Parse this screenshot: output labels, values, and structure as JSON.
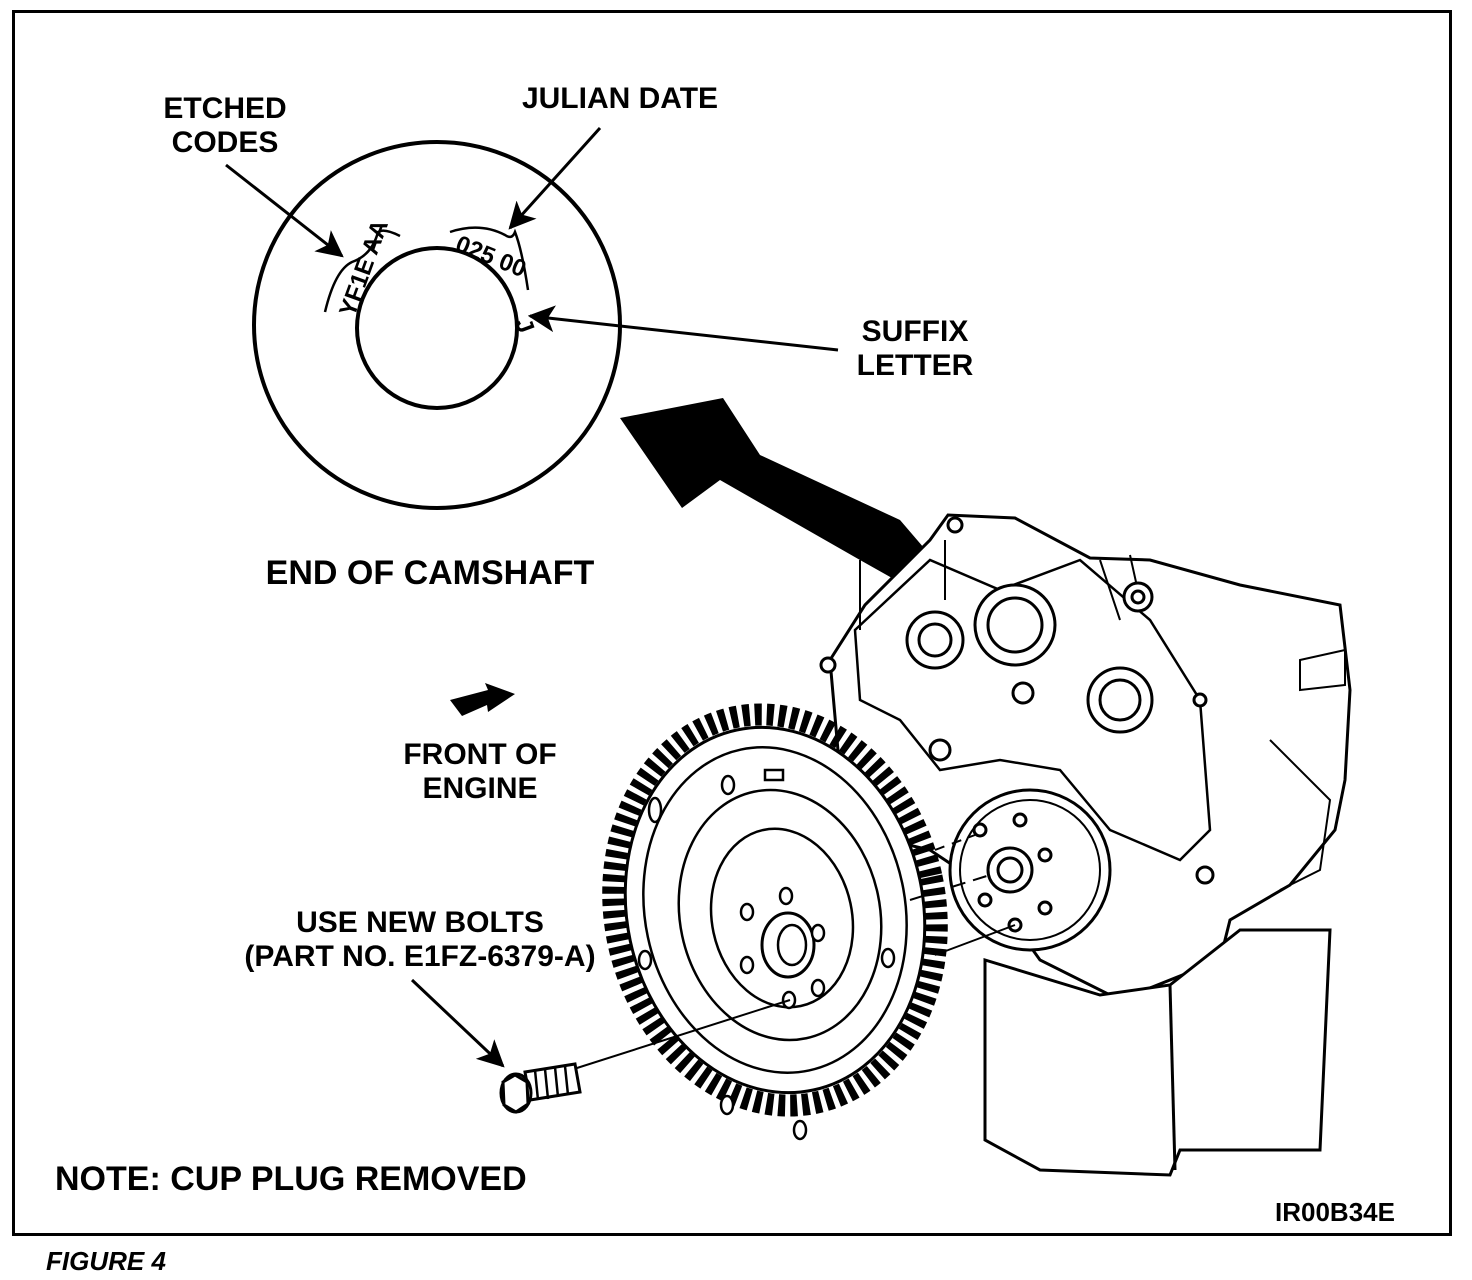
{
  "labels": {
    "etched_codes": [
      "ETCHED",
      "CODES"
    ],
    "julian_date": "JULIAN DATE",
    "suffix_letter": [
      "SUFFIX",
      "LETTER"
    ],
    "end_of_camshaft": "END OF CAMSHAFT",
    "front_of_engine": [
      "FRONT OF",
      "ENGINE"
    ],
    "use_new_bolts": [
      "USE NEW BOLTS",
      "(PART NO. E1FZ-6379-A)"
    ],
    "note": "NOTE:  CUP PLUG REMOVED",
    "drawing_code": "IR00B34E",
    "figure_caption": "FIGURE 4"
  },
  "camshaft_marks": {
    "etched_code": "YF1E AA",
    "julian_date": "025 00",
    "suffix": "J"
  }
}
